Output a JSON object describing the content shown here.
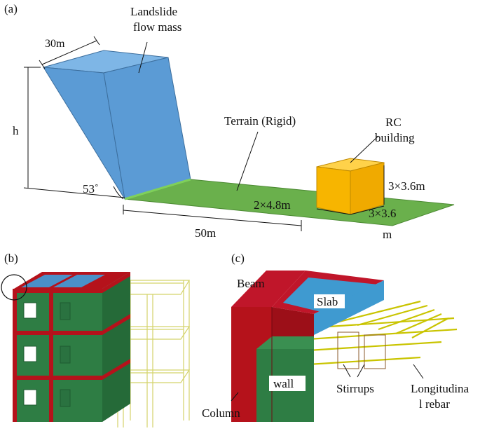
{
  "panel_a": {
    "tag": "(a)",
    "flow_label_1": "Landslide",
    "flow_label_2": "flow mass",
    "width_label": "30m",
    "height_label": "h",
    "angle_label": "53˚",
    "terrain_label": "Terrain (Rigid)",
    "building_label_1": "RC",
    "building_label_2": "building",
    "dim_height": "3×3.6m",
    "dim_depth": "2×4.8m",
    "dim_width_1": "3×3.6",
    "dim_width_2": "m",
    "distance_label": "50m",
    "colors": {
      "flow": "#5b9bd5",
      "terrain": "#6ab04c",
      "building": "#f7b500"
    }
  },
  "panel_b": {
    "tag": "(b)",
    "colors": {
      "wall": "#2e7d44",
      "beam": "#b5121b",
      "slab": "#4a90c8",
      "rebar": "#d4d36a"
    }
  },
  "panel_c": {
    "tag": "(c)",
    "beam_label": "Beam",
    "slab_label": "Slab",
    "wall_label": "wall",
    "column_label": "Column",
    "stirrups_label": "Stirrups",
    "rebar_label_1": "Longitudina",
    "rebar_label_2": "l rebar"
  }
}
